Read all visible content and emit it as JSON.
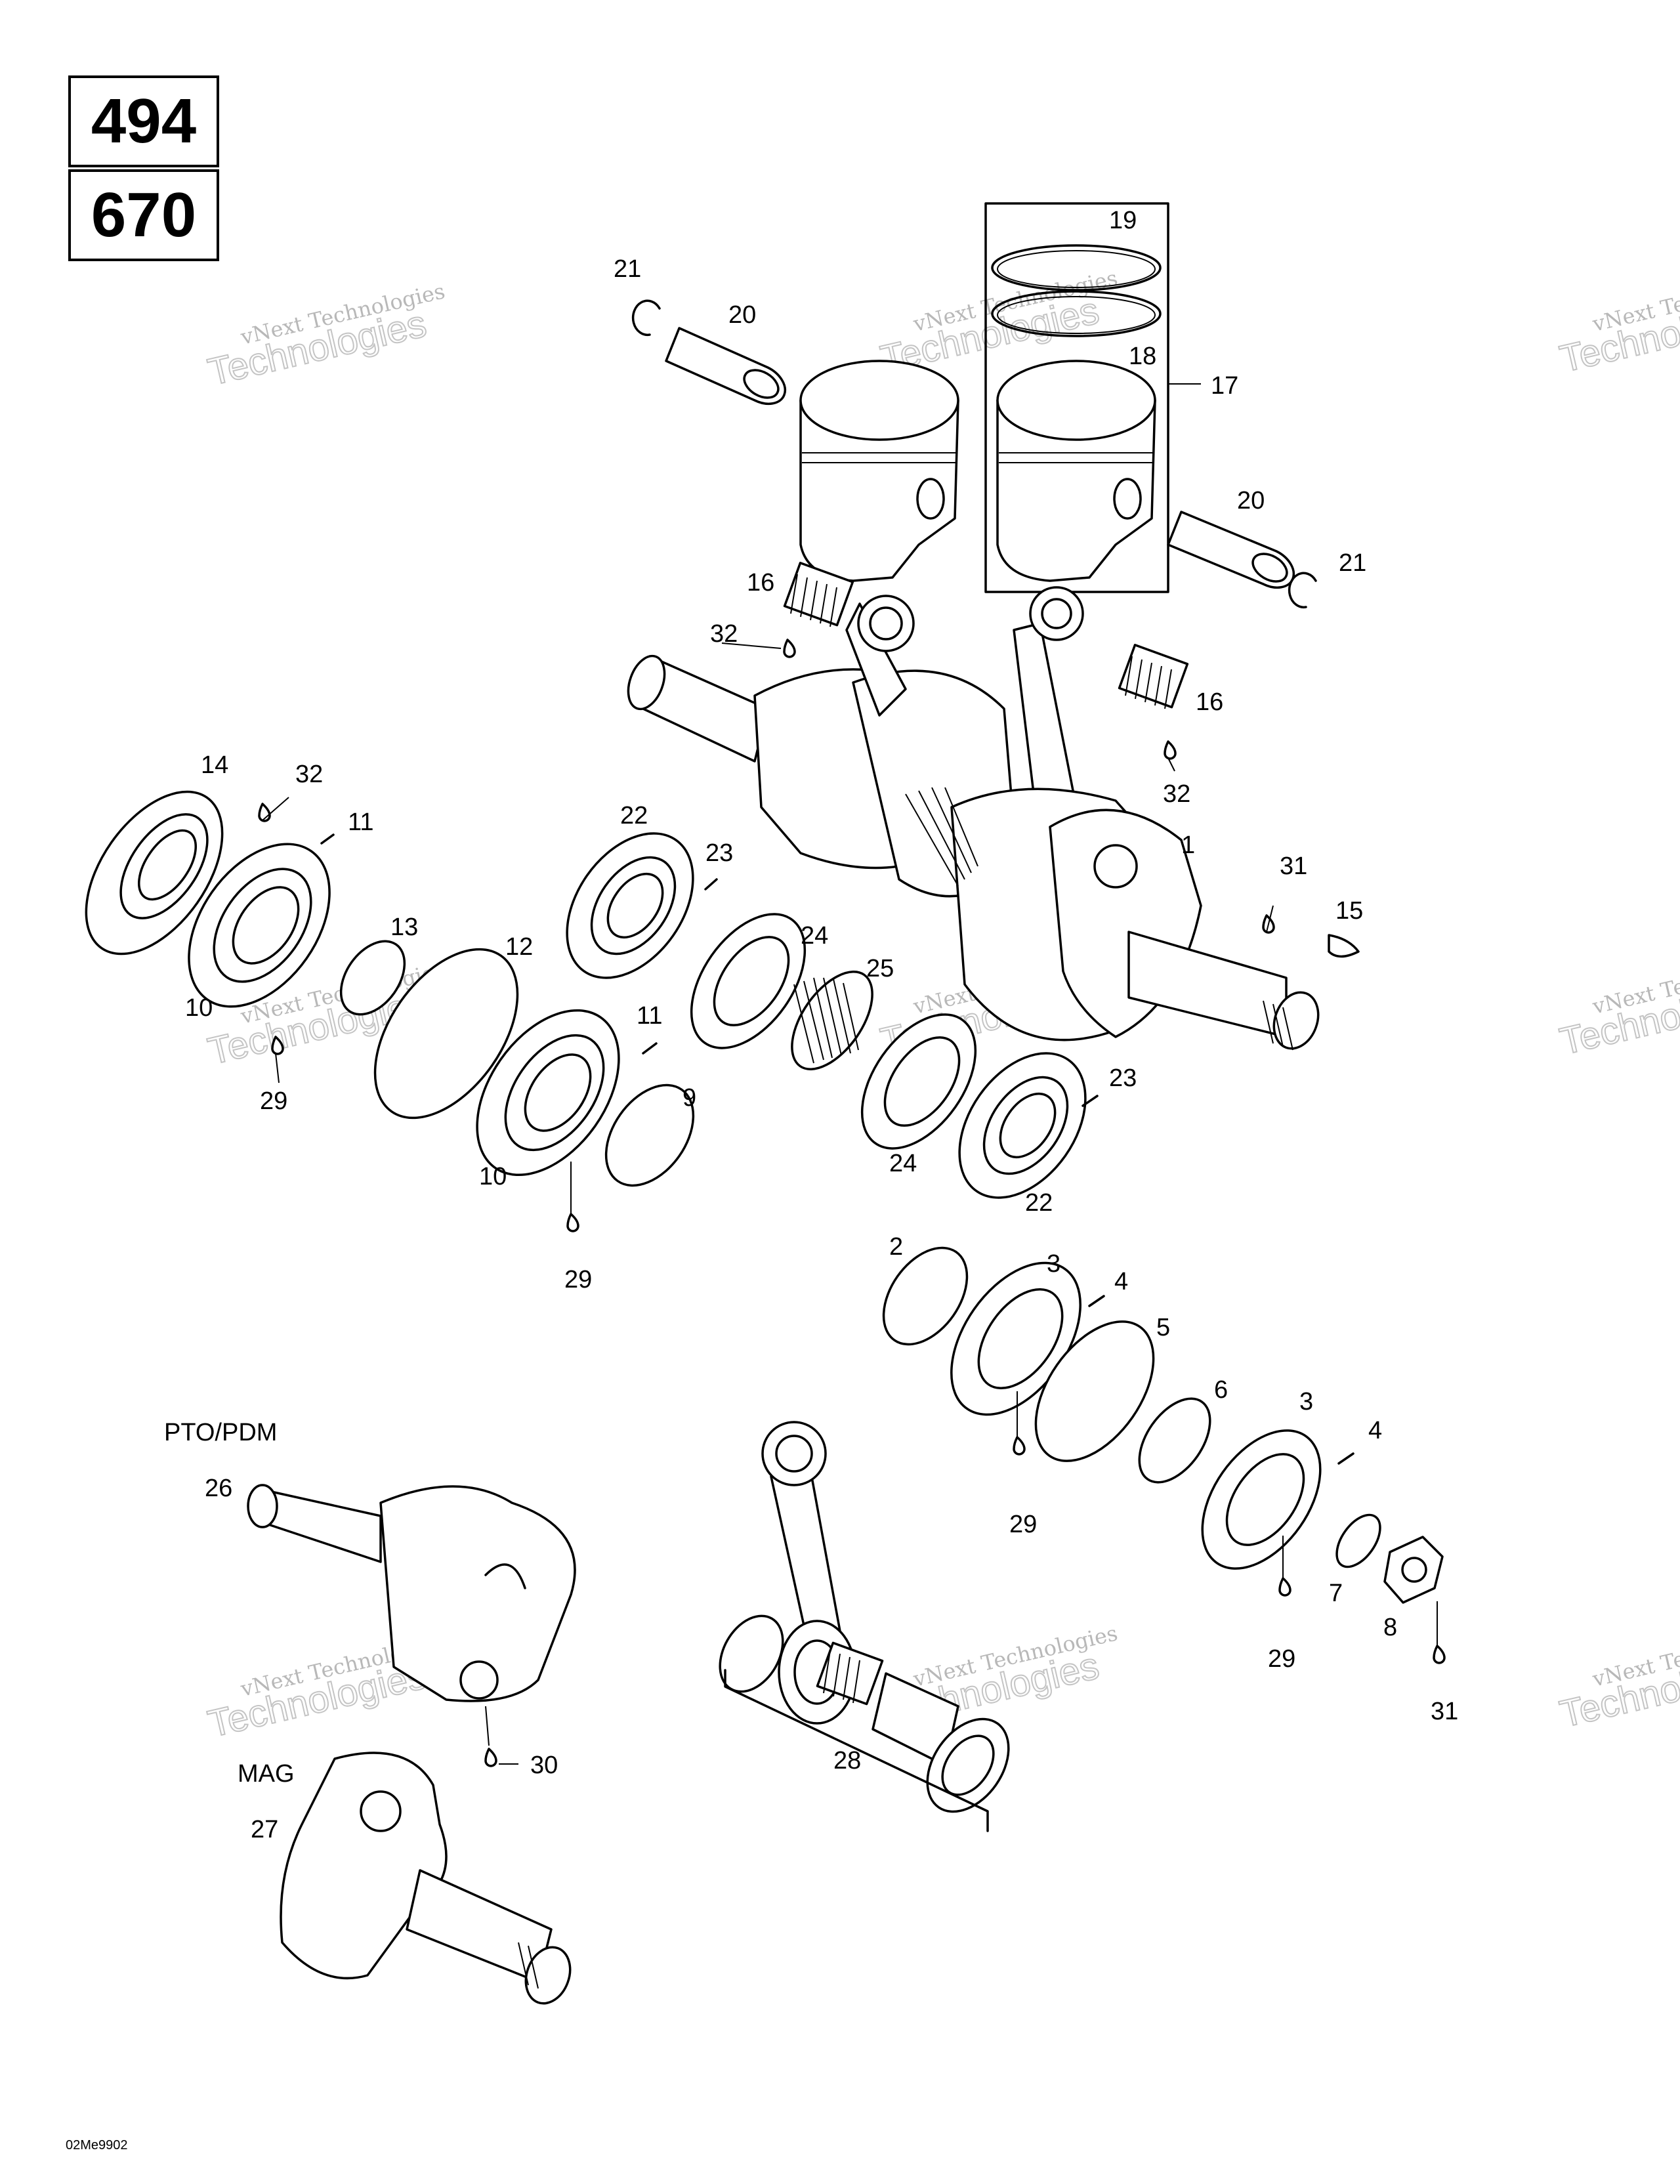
{
  "models": [
    "494",
    "670"
  ],
  "groups": {
    "pto": "PTO/PDM",
    "mag": "MAG"
  },
  "callouts": [
    "19",
    "21",
    "20",
    "18",
    "17",
    "20",
    "21",
    "16",
    "32",
    "16",
    "32",
    "14",
    "32",
    "11",
    "22",
    "23",
    "1",
    "31",
    "15",
    "13",
    "12",
    "10",
    "29",
    "24",
    "25",
    "11",
    "9",
    "23",
    "10",
    "29",
    "24",
    "22",
    "2",
    "3",
    "4",
    "5",
    "6",
    "3",
    "4",
    "26",
    "29",
    "7",
    "8",
    "29",
    "31",
    "30",
    "28",
    "27"
  ],
  "watermark": {
    "line1": "vNext Technologies",
    "line2": "vNext Technologies",
    "line3": "Technologies"
  },
  "drawing_code": "02Me9902"
}
